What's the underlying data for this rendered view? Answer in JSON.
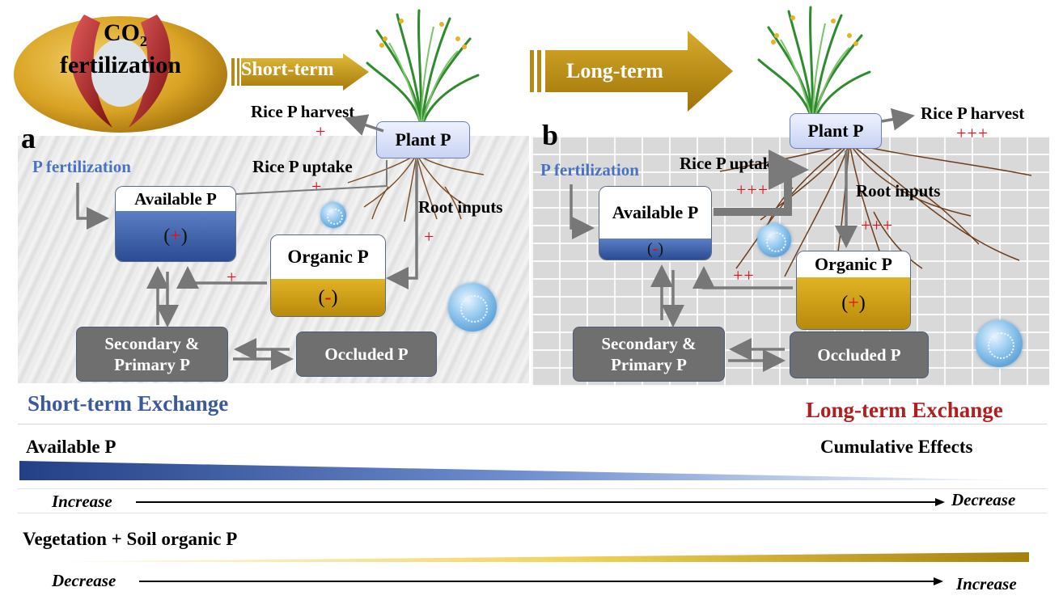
{
  "header": {
    "co2_label": "CO",
    "co2_sub": "2",
    "fertilization_label": "fertilization",
    "short_term_arrow": "Short-term",
    "long_term_arrow": "Long-term"
  },
  "panel_a": {
    "letter": "a",
    "rice_p_harvest": "Rice P harvest",
    "harvest_sign": "+",
    "plant_p": "Plant P",
    "rice_p_uptake": "Rice P uptake",
    "uptake_sign": "+",
    "p_fertilization": "P fertilization",
    "available_p": "Available P",
    "available_open": "(",
    "available_sign": "+",
    "available_close": ")",
    "root_inputs": "Root inputs",
    "root_sign": "+",
    "organic_p": "Organic P",
    "organic_open": "(",
    "organic_sign": "-",
    "organic_close": ")",
    "org_to_avail_sign": "+",
    "secondary_primary_p_line1": "Secondary &",
    "secondary_primary_p_line2": "Primary P",
    "occluded_p": "Occluded P"
  },
  "panel_b": {
    "letter": "b",
    "plant_p": "Plant P",
    "rice_p_harvest": "Rice P harvest",
    "harvest_sign": "+++",
    "rice_p_uptake": "Rice P uptake",
    "uptake_sign": "+++",
    "p_fertilization": "P fertilization",
    "available_p": "Available P",
    "available_open": "(",
    "available_sign": "-",
    "available_close": ")",
    "root_inputs": "Root inputs",
    "root_sign": "+++",
    "organic_p": "Organic P",
    "organic_open": "(",
    "organic_sign": "+",
    "organic_close": ")",
    "org_to_avail_sign": "++",
    "secondary_primary_p_line1": "Secondary &",
    "secondary_primary_p_line2": "Primary P",
    "occluded_p": "Occluded P"
  },
  "legend": {
    "short_term_exchange": "Short-term Exchange",
    "long_term_exchange": "Long-term Exchange",
    "available_p": "Available P",
    "cumulative_effects": "Cumulative Effects",
    "row1_left": "Increase",
    "row1_right": "Decrease",
    "vegetation_soil": "Vegetation + Soil organic P",
    "row2_left": "Decrease",
    "row2_right": "Increase"
  },
  "colors": {
    "blue_label": "#4a72c4",
    "short_term_title": "#3a5a9a",
    "long_term_title": "#b01e1e",
    "plus_red": "#e0101a",
    "gold": "#c89c12",
    "navy": "#233f86"
  }
}
